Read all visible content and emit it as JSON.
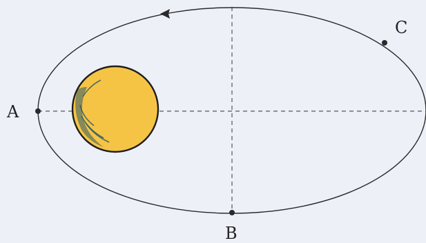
{
  "diagram": {
    "colors": {
      "background": "#eef0f8",
      "orbit": "#2a2a2a",
      "axes": "#555555",
      "sun_fill": "#f6c445",
      "sun_outline": "#1e1e1e",
      "sun_shading": "#2a5a6a"
    },
    "points": {
      "a": {
        "label": "A"
      },
      "b": {
        "label": "B"
      },
      "c": {
        "label": "C"
      }
    },
    "orbit_direction": "counter-clockwise"
  }
}
